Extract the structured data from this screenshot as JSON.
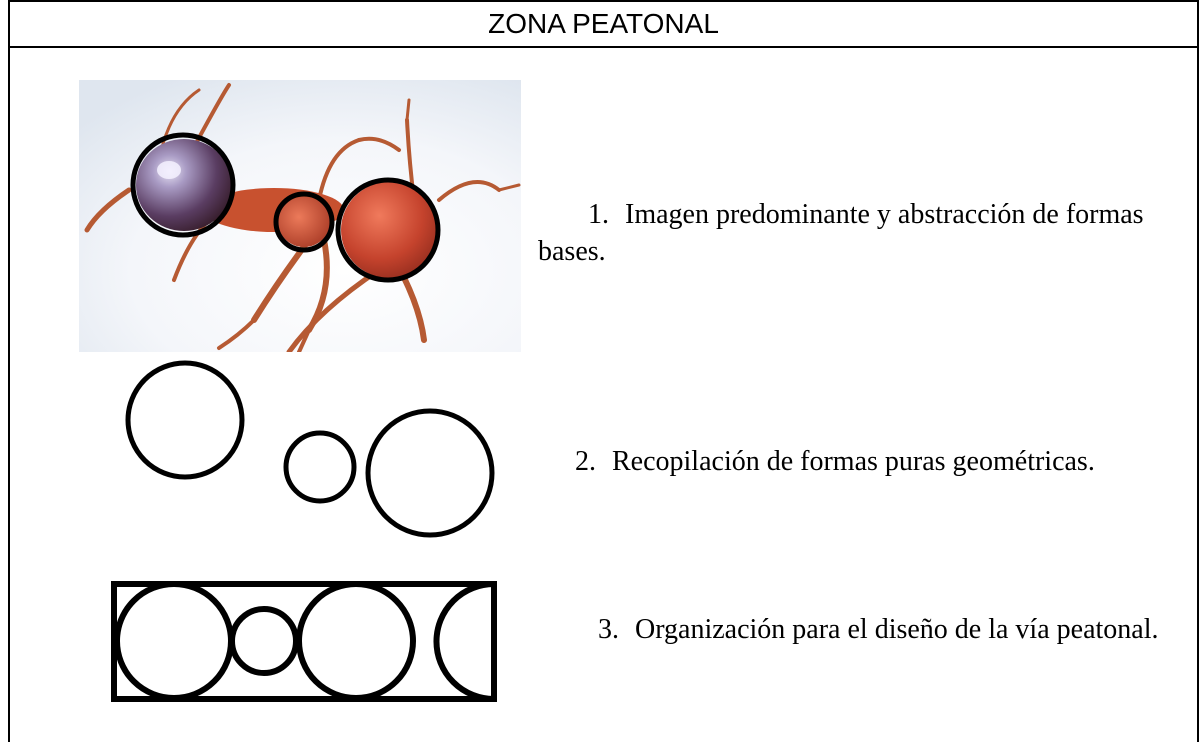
{
  "header": {
    "title": "ZONA PEATONAL"
  },
  "figures": {
    "photo": "ant-photo-with-circles",
    "shapes": "circle-shapes",
    "composition": "walkway-pattern"
  },
  "steps": [
    {
      "number": "1.",
      "text": "Imagen predominante y abstracción de formas bases."
    },
    {
      "number": "2.",
      "text": "Recopilación de formas puras geométricas."
    },
    {
      "number": "3.",
      "text": "Organización para el diseño de la vía peatonal."
    }
  ],
  "colors": {
    "ant_body": "#b8412a",
    "ant_legs": "#b0562e",
    "photo_bg": "#eef2f7",
    "stroke": "#000000"
  }
}
